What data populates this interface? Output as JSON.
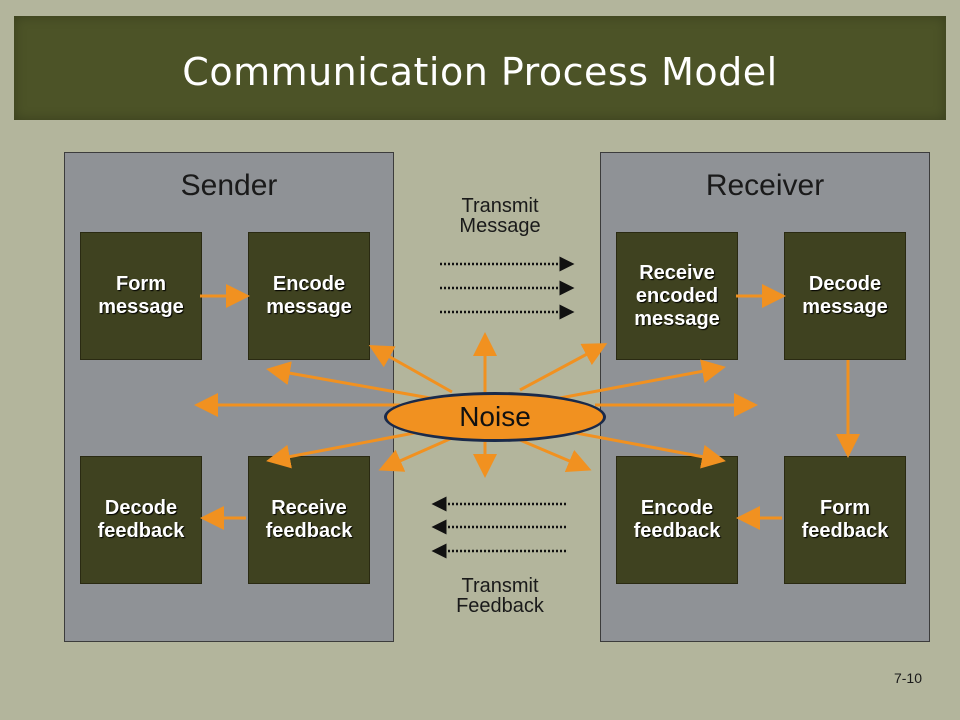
{
  "title": "Communication Process Model",
  "sender": {
    "label": "Sender",
    "form_message": "Form\nmessage",
    "encode_message": "Encode\nmessage",
    "decode_feedback": "Decode\nfeedback",
    "receive_feedback": "Receive\nfeedback"
  },
  "receiver": {
    "label": "Receiver",
    "receive_encoded": "Receive\nencoded\nmessage",
    "decode_message": "Decode\nmessage",
    "encode_feedback": "Encode\nfeedback",
    "form_feedback": "Form\nfeedback"
  },
  "transmit_message": "Transmit\nMessage",
  "transmit_feedback": "Transmit\nFeedback",
  "noise": "Noise",
  "slide_number": "7-10",
  "colors": {
    "background": "#b3b59c",
    "banner": "#4c5327",
    "panel": "#8f9296",
    "box": "#3f4220",
    "arrow": "#f19120",
    "noise_fill": "#f19120",
    "noise_border": "#1a2a4a"
  }
}
